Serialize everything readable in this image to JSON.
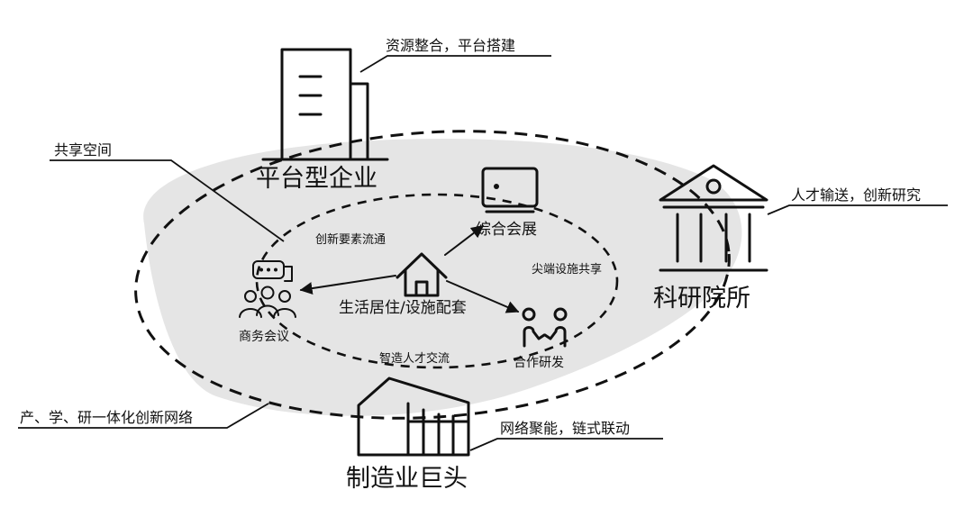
{
  "nodes": {
    "platform_enterprise": "平台型企业",
    "research_institute": "科研院所",
    "manufacturing_giant": "制造业巨头",
    "exhibition": "综合会展",
    "business_meeting": "商务会议",
    "rd_cooperation": "合作研发",
    "living": "生活居住/设施配套"
  },
  "annotations": {
    "resources": "资源整合，平台搭建",
    "talent": "人才输送，创新研究",
    "network": "网络聚能，链式联动",
    "shared_space": "共享空间",
    "integration": "产、学、研一体化创新网络"
  },
  "flows": {
    "innovation_elements": "创新要素流通",
    "facility_sharing": "尖端设施共享",
    "talent_exchange": "智造人才交流"
  }
}
